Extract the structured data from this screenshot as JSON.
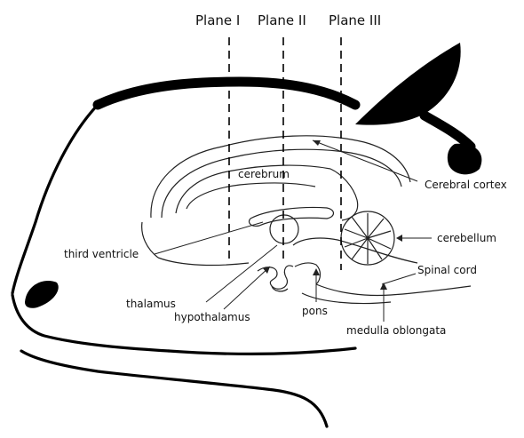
{
  "planes": [
    "Plane I",
    "Plane II",
    "Plane III"
  ],
  "labels": {
    "cerebral_cortex": "Cerebral cortex",
    "cerebrum": "cerebrum",
    "third_ventricle": "third ventricle",
    "cerebellum": "cerebellum",
    "spinal_cord": "Spinal cord",
    "thalamus": "thalamus",
    "hypothalamus": "hypothalamus",
    "pons": "pons",
    "medulla_oblongata": "medulla oblongata"
  }
}
